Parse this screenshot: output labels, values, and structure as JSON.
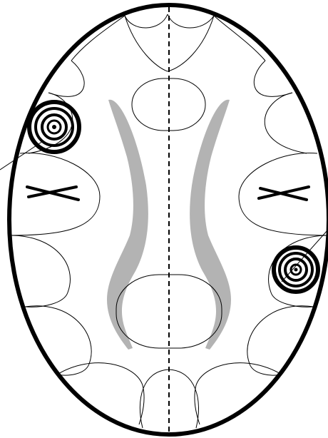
{
  "diagram": {
    "colors": {
      "outline": "#000000",
      "background": "#ffffff",
      "band": "#b3b3b3"
    },
    "parts": [
      "outer-oval",
      "midline",
      "scalloped-lobes",
      "upper-center-oval",
      "lower-center-oval",
      "left-band",
      "right-band",
      "left-bullseye",
      "right-bullseye",
      "left-cross-mark",
      "right-cross-mark",
      "pointer-lines"
    ]
  }
}
